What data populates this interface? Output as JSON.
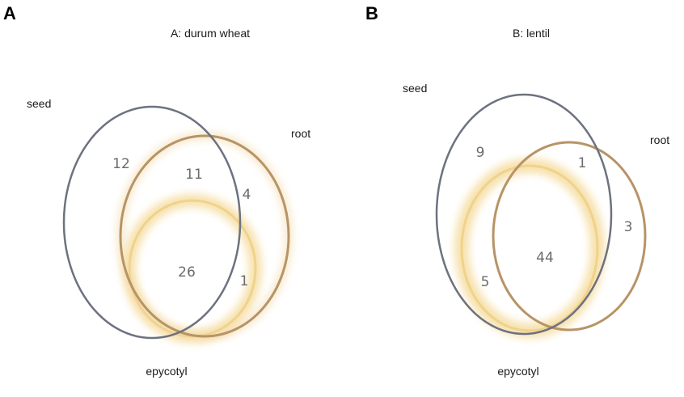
{
  "colors": {
    "seed": "#6d7280",
    "root": "#b79466",
    "epycotyl": "#f3d99c",
    "text": "#1a1a1a",
    "count": "#6b6b6b"
  },
  "panels": [
    {
      "letter": "A",
      "title": "A: durum wheat",
      "labels": {
        "seed": "seed",
        "root": "root",
        "epycotyl": "epycotyl"
      },
      "regions": {
        "seed_only": "12",
        "seed_root": "11",
        "root_only": "4",
        "all_three": "26",
        "root_epycotyl": "1"
      }
    },
    {
      "letter": "B",
      "title": "B: lentil",
      "labels": {
        "seed": "seed",
        "root": "root",
        "epycotyl": "epycotyl"
      },
      "regions": {
        "seed_only": "9",
        "seed_root": "1",
        "root_only": "3",
        "all_three": "44",
        "seed_epycotyl": "5"
      }
    }
  ]
}
